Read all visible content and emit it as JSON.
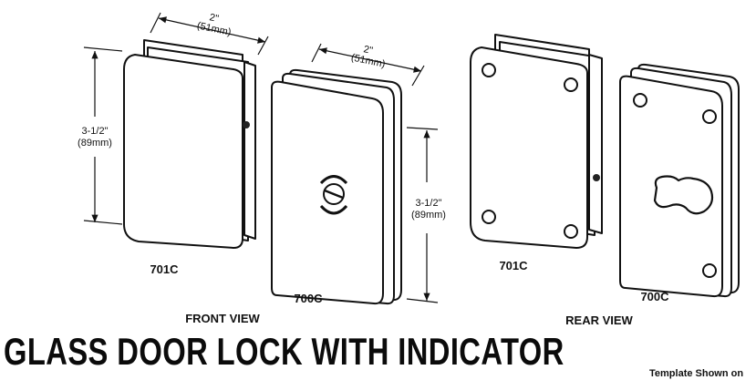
{
  "diagram": {
    "title": "GLASS DOOR LOCK WITH INDICATOR",
    "corner_note": "Template Shown on",
    "views": {
      "front": "FRONT VIEW",
      "rear": "REAR VIEW"
    },
    "parts": {
      "front_701": "701C",
      "front_700": "700C",
      "rear_701": "701C",
      "rear_700": "700C"
    },
    "dimensions": {
      "width_a_in": "2\"",
      "width_a_mm": "(51mm)",
      "width_b_in": "2\"",
      "width_b_mm": "(51mm)",
      "height_a_in": "3-1/2\"",
      "height_a_mm": "(89mm)",
      "height_b_in": "3-1/2\"",
      "height_b_mm": "(89mm)"
    }
  }
}
